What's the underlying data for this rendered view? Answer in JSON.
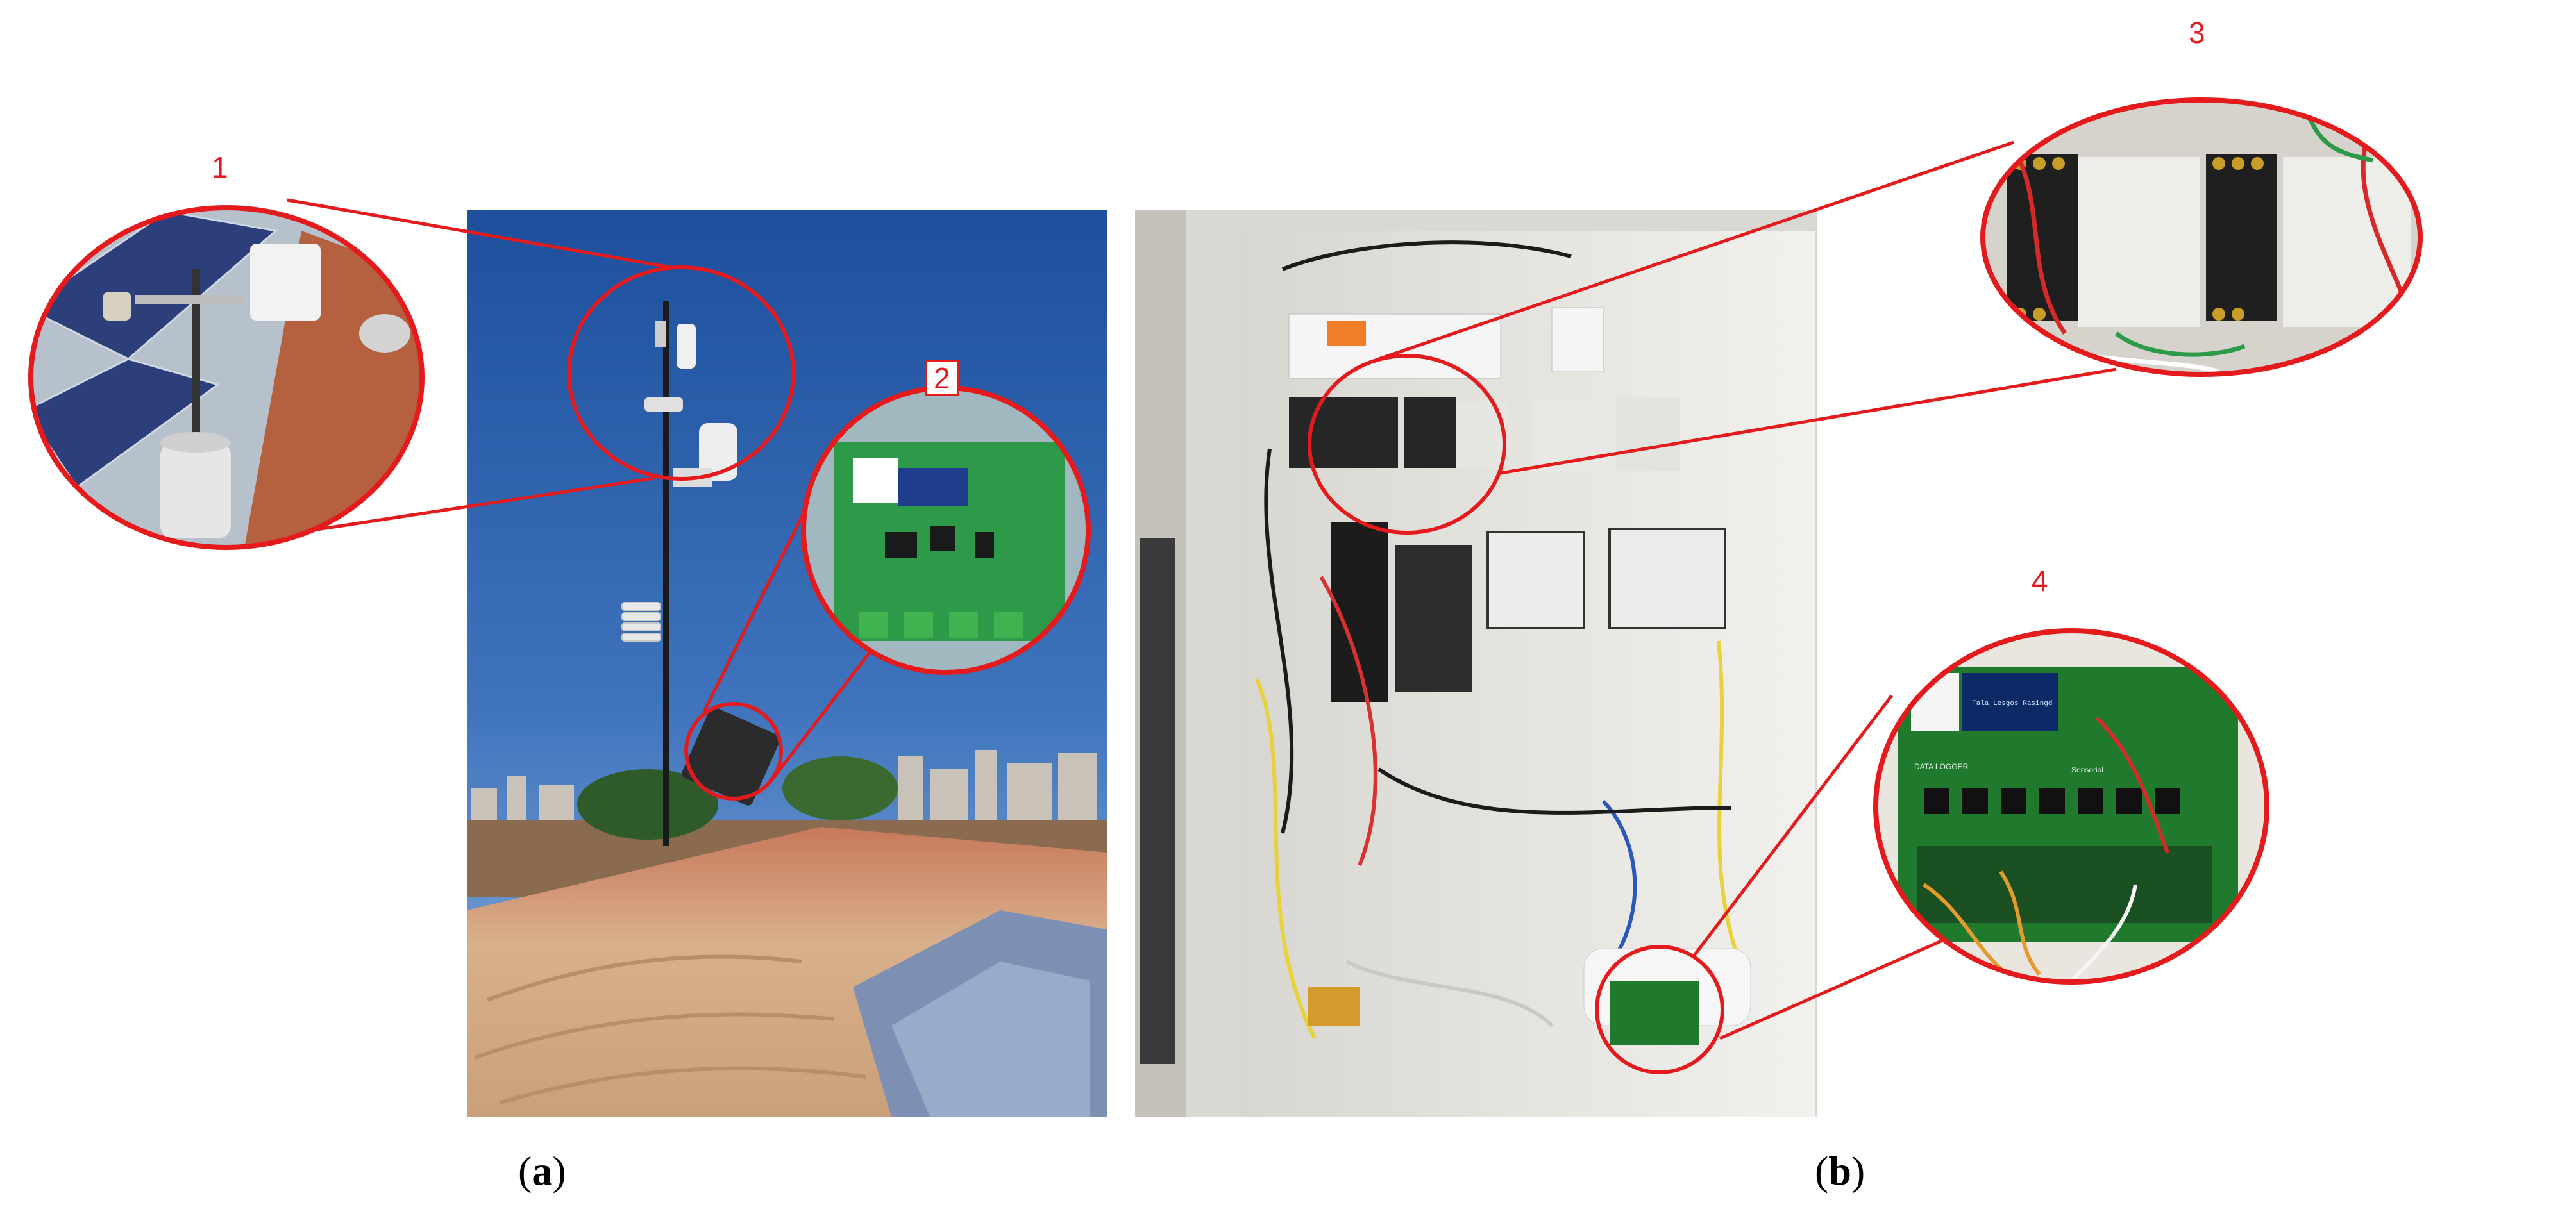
{
  "callouts": [
    {
      "id": "1",
      "label": "1"
    },
    {
      "id": "2",
      "label": "2"
    },
    {
      "id": "3",
      "label": "3"
    },
    {
      "id": "4",
      "label": "4"
    }
  ],
  "captions": {
    "a": "a",
    "b": "b"
  },
  "board_texts": {
    "lcd": "Fala Lesgos Rasingd",
    "brand": "Sensorial",
    "silk": "DATA LOGGER"
  },
  "colors": {
    "callout": "#e41a1c",
    "sky": "#2f5fa8",
    "pcb": "#1f7a2e",
    "panel": "#eeeeea"
  }
}
